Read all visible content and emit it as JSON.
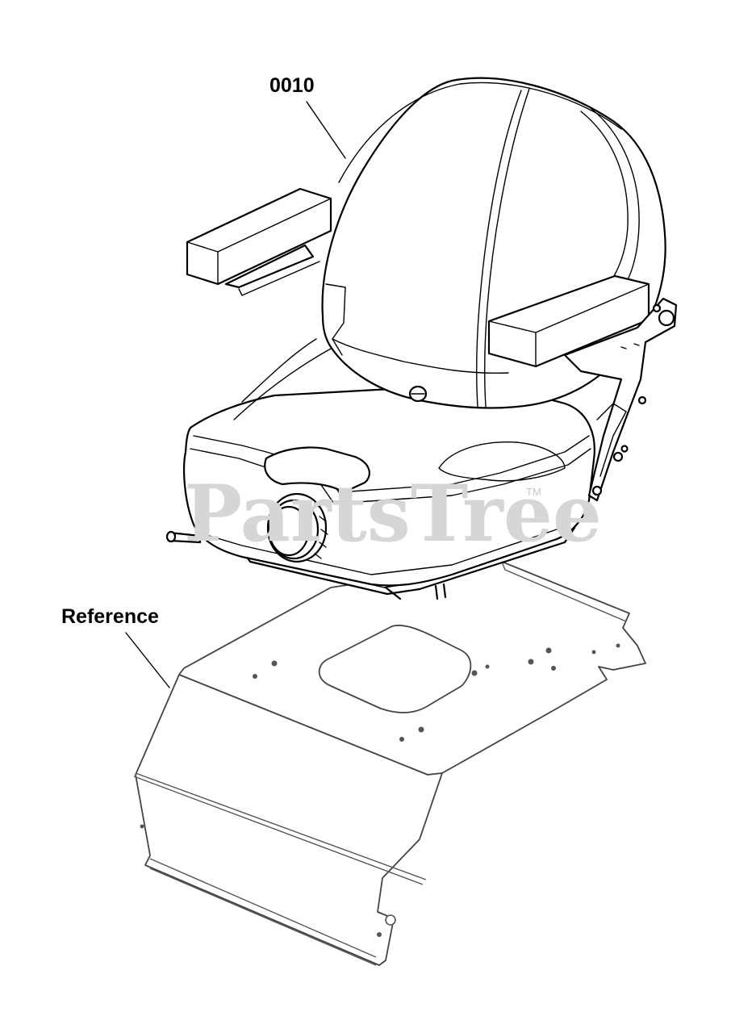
{
  "callouts": {
    "part_number": "0010",
    "reference_label": "Reference"
  },
  "watermark": {
    "text": "PartsTree",
    "trademark": "TM"
  },
  "colors": {
    "line": "#000000",
    "watermark": "#d6d6d6",
    "background": "#ffffff"
  }
}
